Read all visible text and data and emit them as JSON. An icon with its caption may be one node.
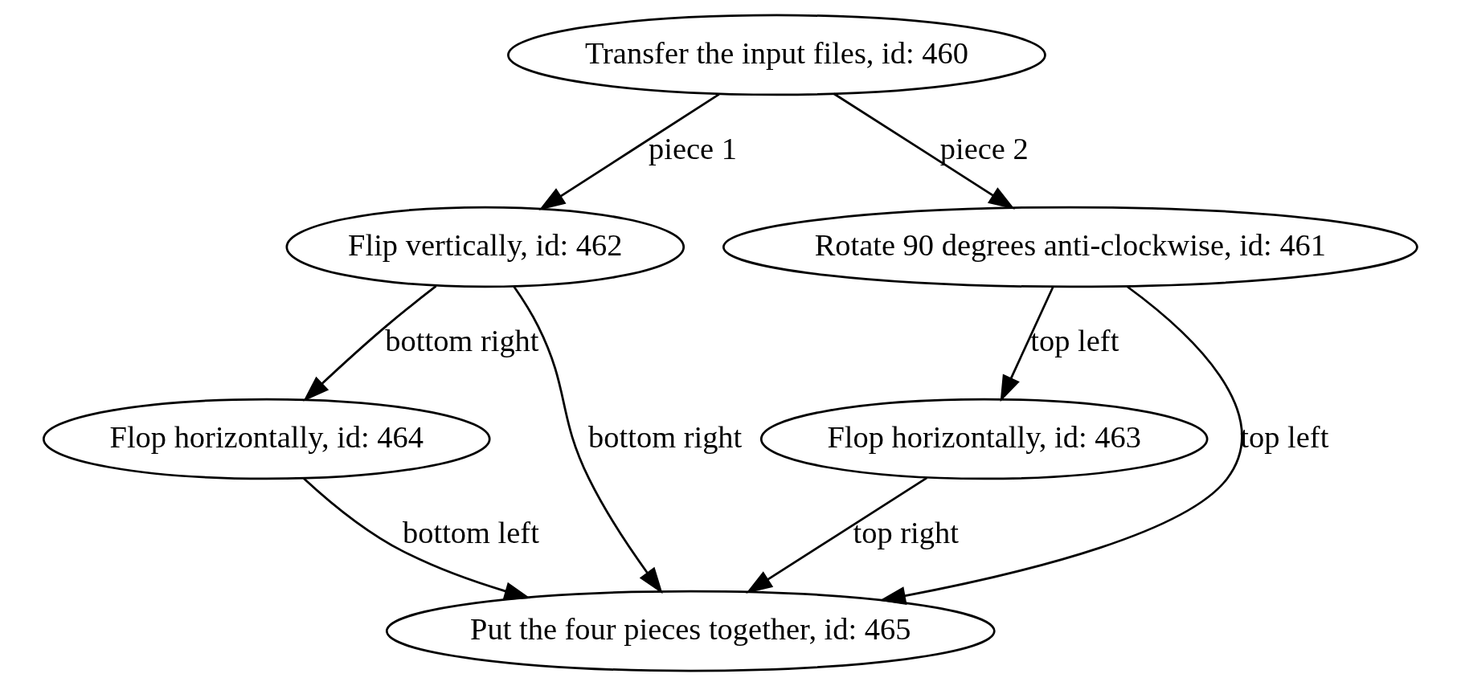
{
  "diagram": {
    "nodes": [
      {
        "text": [
          "Transfer the input files, id: 460"
        ]
      },
      {
        "text": [
          "Flip vertically, id: 462"
        ]
      },
      {
        "text": [
          "Rotate 90 degrees anti-clockwise, id: 461"
        ]
      },
      {
        "text": [
          "Flop horizontally, id: 464"
        ]
      },
      {
        "text": [
          "Flop horizontally, id: 463"
        ]
      },
      {
        "text": [
          "Put the four pieces together, id: 465"
        ]
      }
    ],
    "edges": [
      {
        "from": 0,
        "to": 1,
        "arrow": "to",
        "label": "piece 1"
      },
      {
        "from": 0,
        "to": 2,
        "arrow": "to",
        "label": "piece 2"
      },
      {
        "from": 1,
        "to": 3,
        "arrow": "to",
        "label": "bottom right"
      },
      {
        "from": 1,
        "to": 5,
        "arrow": "to",
        "label": "bottom right"
      },
      {
        "from": 2,
        "to": 4,
        "arrow": "to",
        "label": "top left"
      },
      {
        "from": 2,
        "to": 5,
        "arrow": "to",
        "label": "top left"
      },
      {
        "from": 3,
        "to": 5,
        "arrow": "to",
        "label": "bottom left"
      },
      {
        "from": 4,
        "to": 5,
        "arrow": "to",
        "label": "top right"
      }
    ]
  }
}
